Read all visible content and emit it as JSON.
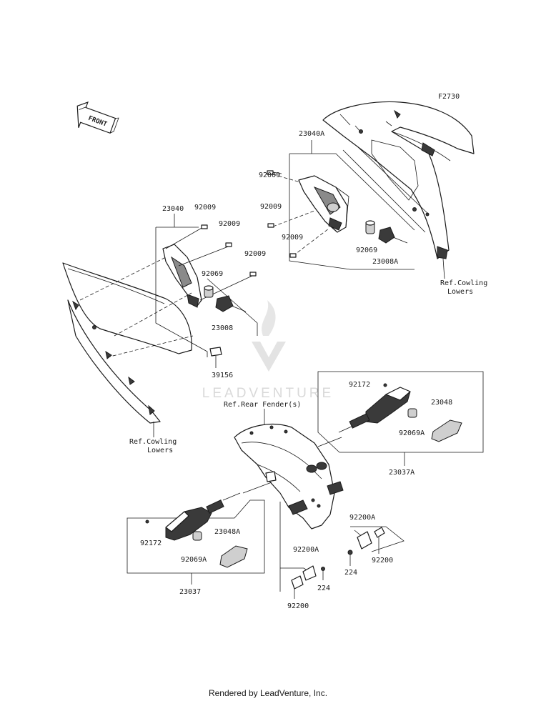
{
  "figure_code": "F2730",
  "front_label": "FRONT",
  "watermark": "LEADVENTURE",
  "footer": "Rendered by LeadVenture, Inc.",
  "parts": {
    "p23040A": "23040A",
    "p92009_a": "92009",
    "p92009_b": "92009",
    "p92009_c": "92009",
    "p92069_top": "92069",
    "p23008A": "23008A",
    "p23040": "23040",
    "p92009_d": "92009",
    "p92009_e": "92009",
    "p92009_f": "92009",
    "p92069_left": "92069",
    "p23008": "23008",
    "p39156": "39156",
    "p92172_right": "92172",
    "p23048": "23048",
    "p92069A_right": "92069A",
    "p23037A": "23037A",
    "p92172_left": "92172",
    "p23048A": "23048A",
    "p92069A_left": "92069A",
    "p23037": "23037",
    "p92200A_right": "92200A",
    "p224_right": "224",
    "p92200_right": "92200",
    "p92200A_mid": "92200A",
    "p224_mid": "224",
    "p92200_mid": "92200"
  },
  "refs": {
    "cowling_right_1": "Ref.Cowling",
    "cowling_right_2": "Lowers",
    "cowling_left_1": "Ref.Cowling",
    "cowling_left_2": "Lowers",
    "rear_fender": "Ref.Rear Fender(s)"
  }
}
